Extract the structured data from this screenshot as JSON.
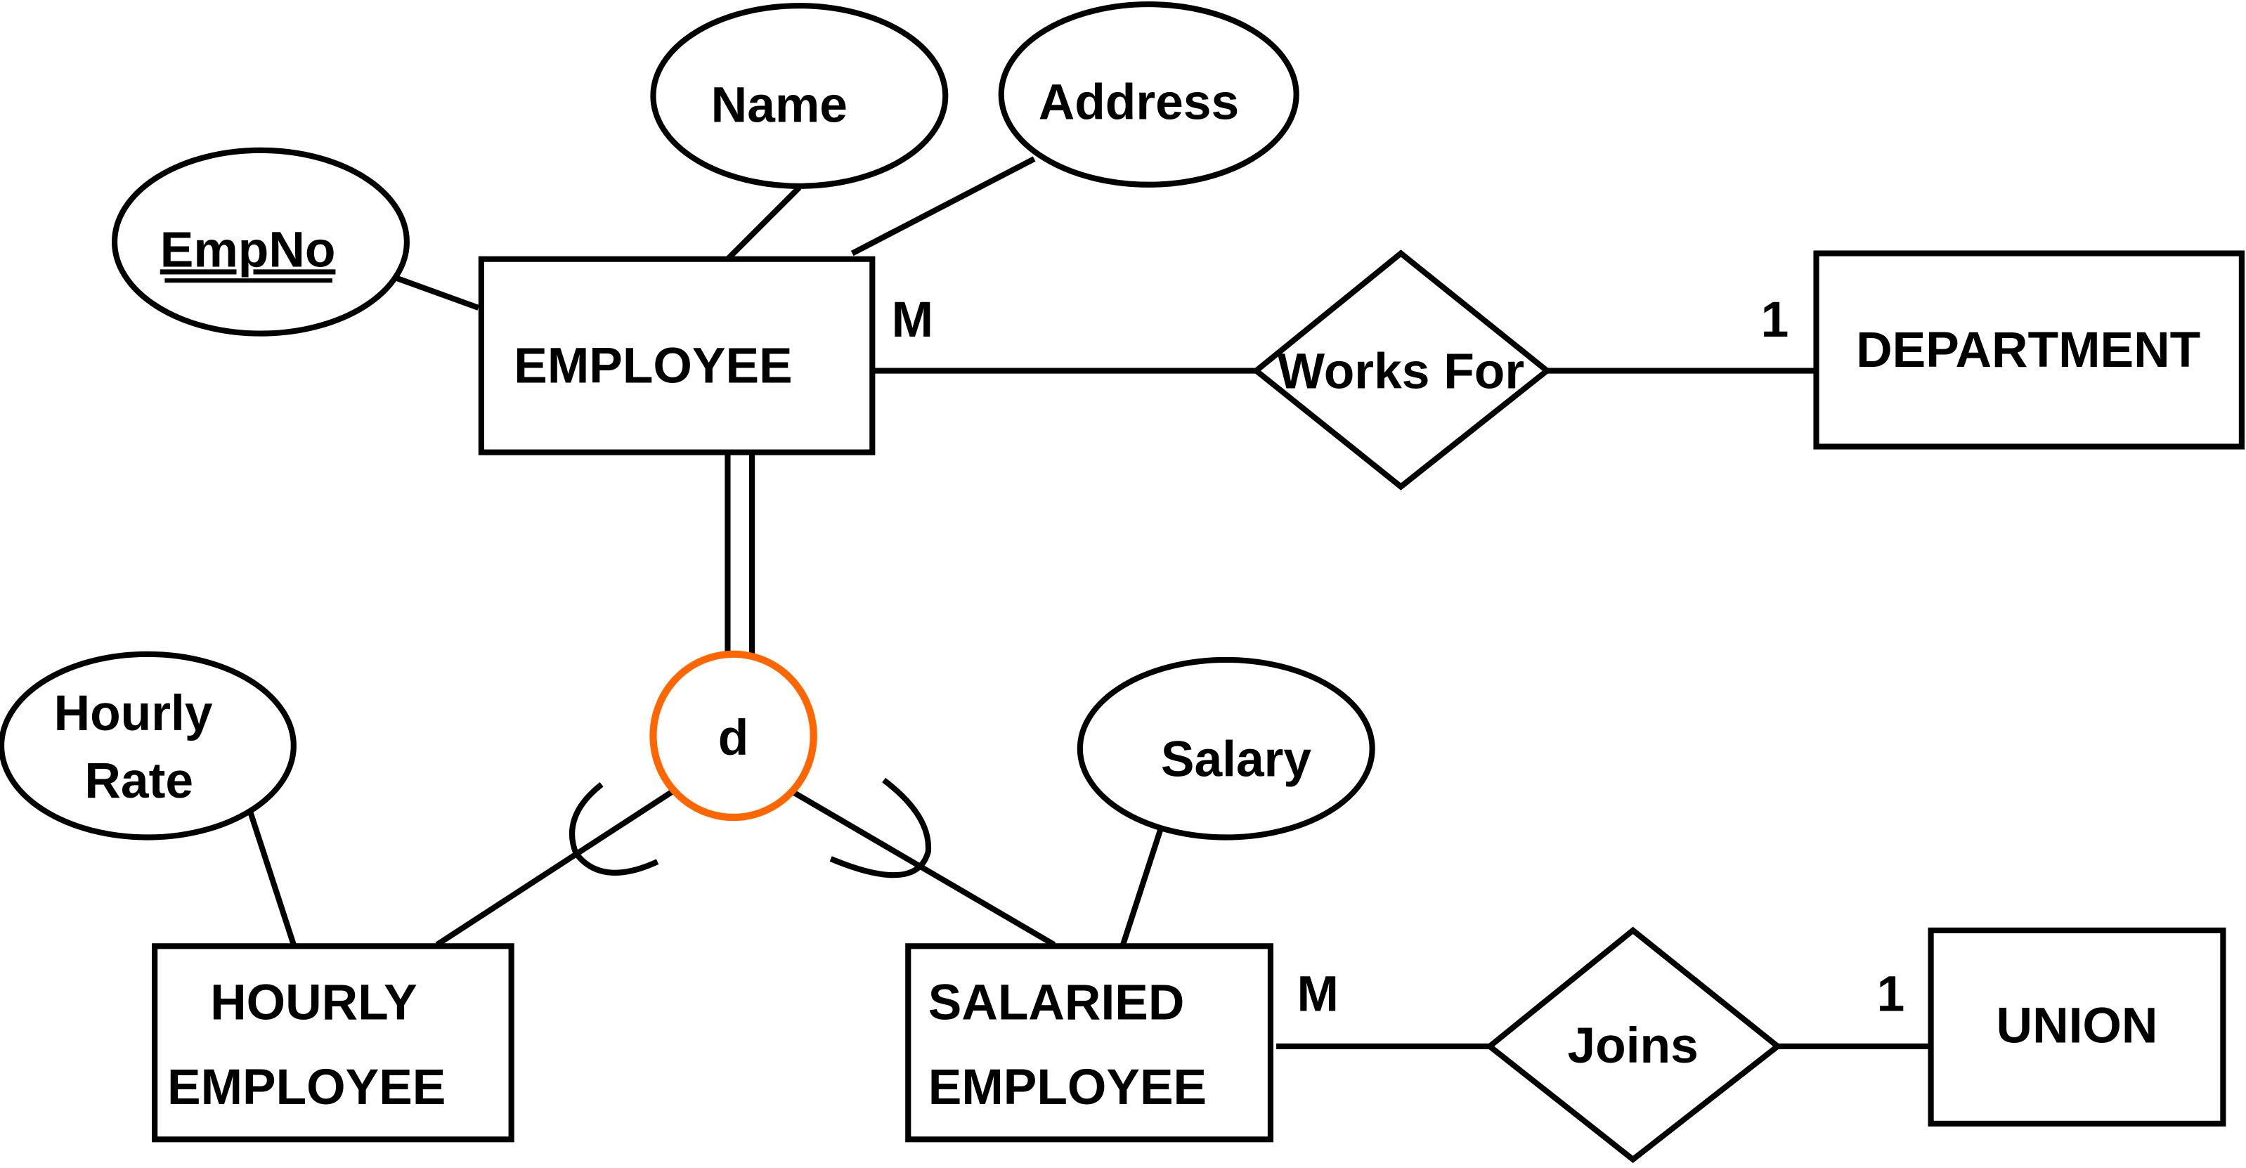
{
  "entities": {
    "employee": "EMPLOYEE",
    "department": "DEPARTMENT",
    "hourly_employee": [
      "HOURLY",
      "EMPLOYEE"
    ],
    "salaried_employee": [
      "SALARIED",
      "EMPLOYEE"
    ],
    "union": "UNION"
  },
  "attributes": {
    "empno": "EmpNo",
    "name": "Name",
    "address": "Address",
    "hourly_rate": [
      "Hourly",
      "Rate"
    ],
    "salary": "Salary"
  },
  "relationships": {
    "works_for": "Works For",
    "joins": "Joins"
  },
  "cardinalities": {
    "works_for_employee": "M",
    "works_for_department": "1",
    "joins_salaried": "M",
    "joins_union": "1"
  },
  "specialization": {
    "label": "d",
    "color": "#FF6600"
  }
}
